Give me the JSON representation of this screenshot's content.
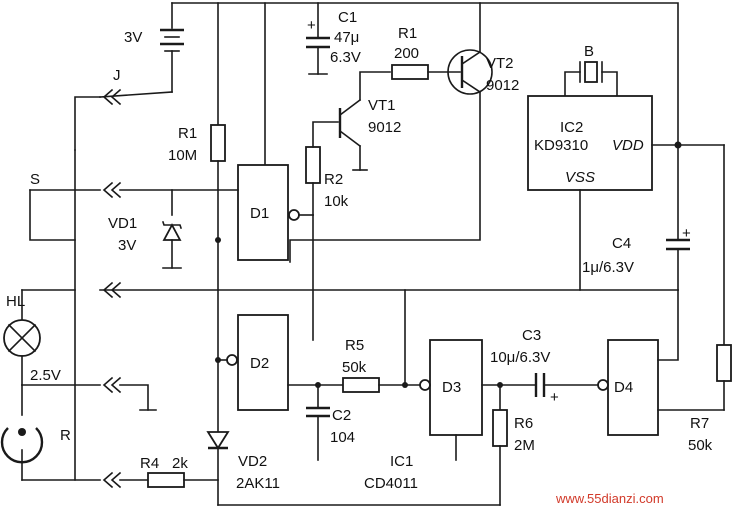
{
  "labels": {
    "battery_voltage": "3V",
    "jack_j": "J",
    "c1_name": "C1",
    "c1_value": "47μ",
    "c1_voltage": "6.3V",
    "r1_top_name": "R1",
    "r1_top_value": "200",
    "vt2_name": "VT2",
    "vt2_type": "9012",
    "vt1_name": "VT1",
    "vt1_type": "9012",
    "crystal_b": "B",
    "ic2_name": "IC2",
    "ic2_type": "KD9310",
    "ic2_vdd": "VDD",
    "ic2_vss": "VSS",
    "r1_left_name": "R1",
    "r1_left_value": "10M",
    "r2_name": "R2",
    "r2_value": "10k",
    "s_label": "S",
    "vd1_name": "VD1",
    "vd1_value": "3V",
    "d1": "D1",
    "c4_name": "C4",
    "c4_value": "1μ/6.3V",
    "hl": "HL",
    "d2": "D2",
    "r5_name": "R5",
    "r5_value": "50k",
    "d3": "D3",
    "c3_name": "C3",
    "c3_value": "10μ/6.3V",
    "c3_plus": "+",
    "d4": "D4",
    "hl_voltage": "2.5V",
    "c2_name": "C2",
    "c2_value": "104",
    "r6_name": "R6",
    "r6_value": "2M",
    "r7_name": "R7",
    "r7_value": "50k",
    "r_label": "R",
    "r4_name": "R4",
    "r4_value": "2k",
    "vd2_name": "VD2",
    "vd2_type": "2AK11",
    "ic1_name": "IC1",
    "ic1_type": "CD4011",
    "watermark": "www.55dianzi.com"
  }
}
